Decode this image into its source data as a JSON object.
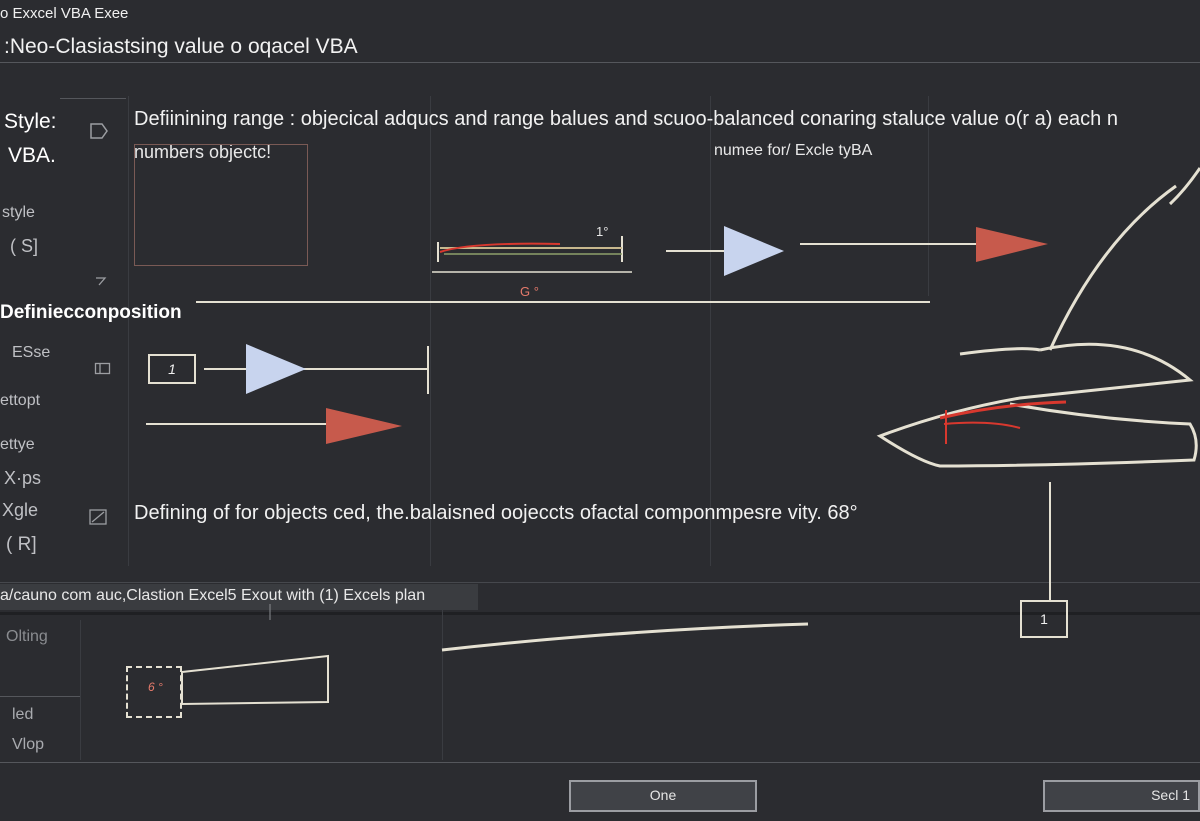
{
  "window": {
    "title": "o Exxcel VBA  Exee"
  },
  "header": {
    "subtitle": ":Neo-Clasiastsing value o oqacel VBA"
  },
  "sidebar": {
    "style_label": "Style:",
    "vba_label": "VBA.",
    "style_small": "style",
    "bracket_s": "( S]",
    "section_title": "Definiecconposition",
    "esse": "ESse",
    "ettopt": "ettopt",
    "ettye": "ettye",
    "xps": "X·ps",
    "xgle": "Xgle",
    "bracket_r": "( R]",
    "lower_1": "Olting",
    "lower_2": "led",
    "lower_3": "Vlop"
  },
  "content": {
    "line1": "Defiinining range : objecical adqucs  and  range  balues and  scuoo-balanced  conaring  staluce  value  o(r a)  each  n",
    "line2_left": "numbers objectc!",
    "line2_right": "numee  for/ Excle tyBA",
    "marker_top": "1°",
    "marker_g": "G °",
    "box_num": "1",
    "defining_line": "Defining of  for objects ced,  the.balaisned  oojeccts  ofactal  componmpesre  vity. 68°",
    "footer_strip": "a/cauno com auc,Clastion   Excel5  Exout with  (1)  Excels plan",
    "right_box_num": "1",
    "dashed_box": "6 °"
  },
  "buttons": {
    "one": "One",
    "secl": "Secl 1"
  },
  "icons": {
    "side_icon_1": "tab-arrow-icon",
    "side_icon_2": "panel-icon",
    "side_icon_3": "edit-icon",
    "side_icon_4": "chevron-icon"
  },
  "colors": {
    "background": "#2b2c30",
    "blue_arrow": "#c8d4ee",
    "red_arrow": "#c75a4c",
    "cream_line": "#e5e1d2",
    "red_accent": "#d8382e"
  }
}
